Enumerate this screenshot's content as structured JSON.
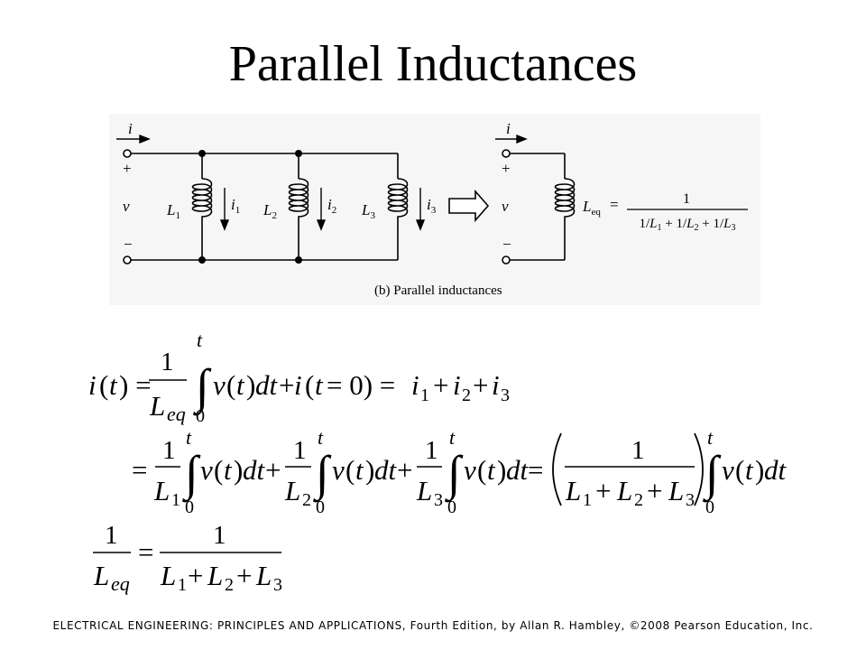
{
  "title": "Parallel Inductances",
  "figure": {
    "caption": "(b) Parallel inductances",
    "current_in": "i",
    "plus": "+",
    "voltage": "v",
    "minus": "−",
    "inductors": [
      {
        "name": "L",
        "sub": "1",
        "current": "i",
        "current_sub": "1"
      },
      {
        "name": "L",
        "sub": "2",
        "current": "i",
        "current_sub": "2"
      },
      {
        "name": "L",
        "sub": "3",
        "current": "i",
        "current_sub": "3"
      }
    ],
    "equivalent": {
      "name": "L",
      "sub": "eq",
      "equals": "=",
      "numerator": "1",
      "denominator": "1/L1 + 1/L2 + 1/L3"
    }
  },
  "equations": {
    "eq1": "i(t) = (1/Leq) ∫₀ᵗ v(t)dt + i(t=0) = i1 + i2 + i3",
    "eq2": "= (1/L1)∫₀ᵗ v(t)dt + (1/L2)∫₀ᵗ v(t)dt + (1/L3)∫₀ᵗ v(t)dt = (1/(L1+L2+L3)) ∫₀ᵗ v(t)dt",
    "eq3": "1/Leq = 1/(L1+L2+L3)"
  },
  "footer": "ELECTRICAL ENGINEERING: PRINCIPLES AND APPLICATIONS, Fourth Edition, by Allan R. Hambley, ©2008 Pearson Education, Inc."
}
